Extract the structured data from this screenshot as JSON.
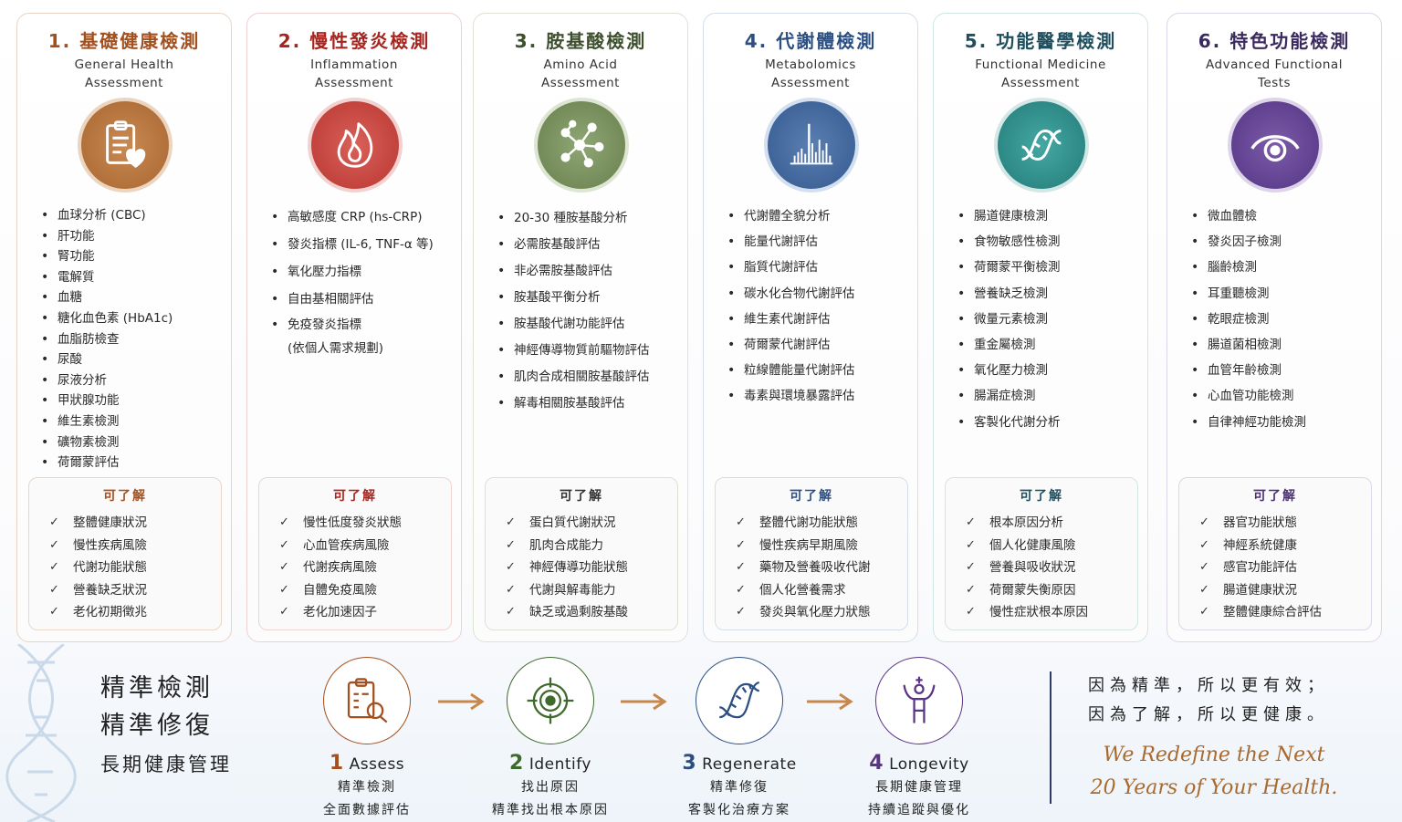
{
  "cards": [
    {
      "title": "1. 基礎健康檢測",
      "subtitle": "General Health\nAssessment",
      "color": "#a3501f",
      "icon": "clipboard-heart-icon",
      "tests": [
        "血球分析 (CBC)",
        "肝功能",
        "腎功能",
        "電解質",
        "血糖",
        "糖化血色素 (HbA1c)",
        "血脂肪檢查",
        "尿酸",
        "尿液分析",
        "甲狀腺功能",
        "維生素檢測",
        "礦物素檢測",
        "荷爾蒙評估"
      ],
      "know_title": "可了解",
      "know": [
        "整體健康狀況",
        "慢性疾病風險",
        "代謝功能狀態",
        "營養缺乏狀況",
        "老化初期徵兆"
      ]
    },
    {
      "title": "2. 慢性發炎檢測",
      "subtitle": "Inflammation\nAssessment",
      "color": "#a8241f",
      "icon": "flame-icon",
      "tests": [
        "高敏感度 CRP (hs-CRP)",
        "發炎指標 (IL-6, TNF-α 等)",
        "氧化壓力指標",
        "自由基相關評估",
        "免疫發炎指標\n(依個人需求規劃)"
      ],
      "know_title": "可了解",
      "know": [
        "慢性低度發炎狀態",
        "心血管疾病風險",
        "代謝疾病風險",
        "自體免疫風險",
        "老化加速因子"
      ]
    },
    {
      "title": "3. 胺基酸檢測",
      "subtitle": "Amino Acid\nAssessment",
      "color": "#4e6b37",
      "icon": "molecule-icon",
      "tests": [
        "20-30 種胺基酸分析",
        "必需胺基酸評估",
        "非必需胺基酸評估",
        "胺基酸平衡分析",
        "胺基酸代謝功能評估",
        "神經傳導物質前驅物評估",
        "肌肉合成相關胺基酸評估",
        "解毒相關胺基酸評估"
      ],
      "know_title": "可了解",
      "know": [
        "蛋白質代謝狀況",
        "肌肉合成能力",
        "神經傳導功能狀態",
        "代謝與解毒能力",
        "缺乏或過剩胺基酸"
      ]
    },
    {
      "title": "4. 代謝體檢測",
      "subtitle": "Metabolomics\nAssessment",
      "color": "#2c4f83",
      "icon": "bar-spectrum-icon",
      "tests": [
        "代謝體全貌分析",
        "能量代謝評估",
        "脂質代謝評估",
        "碳水化合物代謝評估",
        "維生素代謝評估",
        "荷爾蒙代謝評估",
        "粒線體能量代謝評估",
        "毒素與環境暴露評估"
      ],
      "know_title": "可了解",
      "know": [
        "整體代謝功能狀態",
        "慢性疾病早期風險",
        "藥物及營養吸收代謝",
        "個人化營養需求",
        "發炎與氧化壓力狀態"
      ]
    },
    {
      "title": "5. 功能醫學檢測",
      "subtitle": "Functional Medicine\nAssessment",
      "color": "#1f6a6a",
      "icon": "dna-icon",
      "tests": [
        "腸道健康檢測",
        "食物敏感性檢測",
        "荷爾蒙平衡檢測",
        "營養缺乏檢測",
        "微量元素檢測",
        "重金屬檢測",
        "氧化壓力檢測",
        "腸漏症檢測",
        "客製化代謝分析"
      ],
      "know_title": "可了解",
      "know": [
        "根本原因分析",
        "個人化健康風險",
        "營養與吸收狀況",
        "荷爾蒙失衡原因",
        "慢性症狀根本原因"
      ]
    },
    {
      "title": "6. 特色功能檢測",
      "subtitle": "Advanced Functional\nTests",
      "color": "#4c2f74",
      "icon": "eye-icon",
      "tests": [
        "微血體檢",
        "發炎因子檢測",
        "腦齡檢測",
        "耳重聽檢測",
        "乾眼症檢測",
        "腸道菌相檢測",
        "血管年齡檢測",
        "心血管功能檢測",
        "自律神經功能檢測"
      ],
      "know_title": "可了解",
      "know": [
        "器官功能狀態",
        "神經系統健康",
        "感官功能評估",
        "腸道健康狀況",
        "整體健康綜合評估"
      ]
    }
  ],
  "slogan": [
    "精準檢測",
    "精準修復",
    "長期健康管理"
  ],
  "steps": [
    {
      "num": "1",
      "name": "Assess",
      "l1": "精準檢測",
      "l2": "全面數據評估",
      "color": "#a3501f",
      "icon": "clipboard-search-icon"
    },
    {
      "num": "2",
      "name": "Identify",
      "l1": "找出原因",
      "l2": "精準找出根本原因",
      "color": "#3e6a2c",
      "icon": "target-icon"
    },
    {
      "num": "3",
      "name": "Regenerate",
      "l1": "精準修復",
      "l2": "客製化治療方案",
      "color": "#2c4f83",
      "icon": "dna-strand-icon"
    },
    {
      "num": "4",
      "name": "Longevity",
      "l1": "長期健康管理",
      "l2": "持續追蹤與優化",
      "color": "#5a3585",
      "icon": "person-vitality-icon"
    }
  ],
  "motto": [
    "因為精準，所以更有效；",
    "因為了解，所以更健康。"
  ],
  "script": [
    "We Redefine the Next",
    "20 Years of Your Health."
  ]
}
